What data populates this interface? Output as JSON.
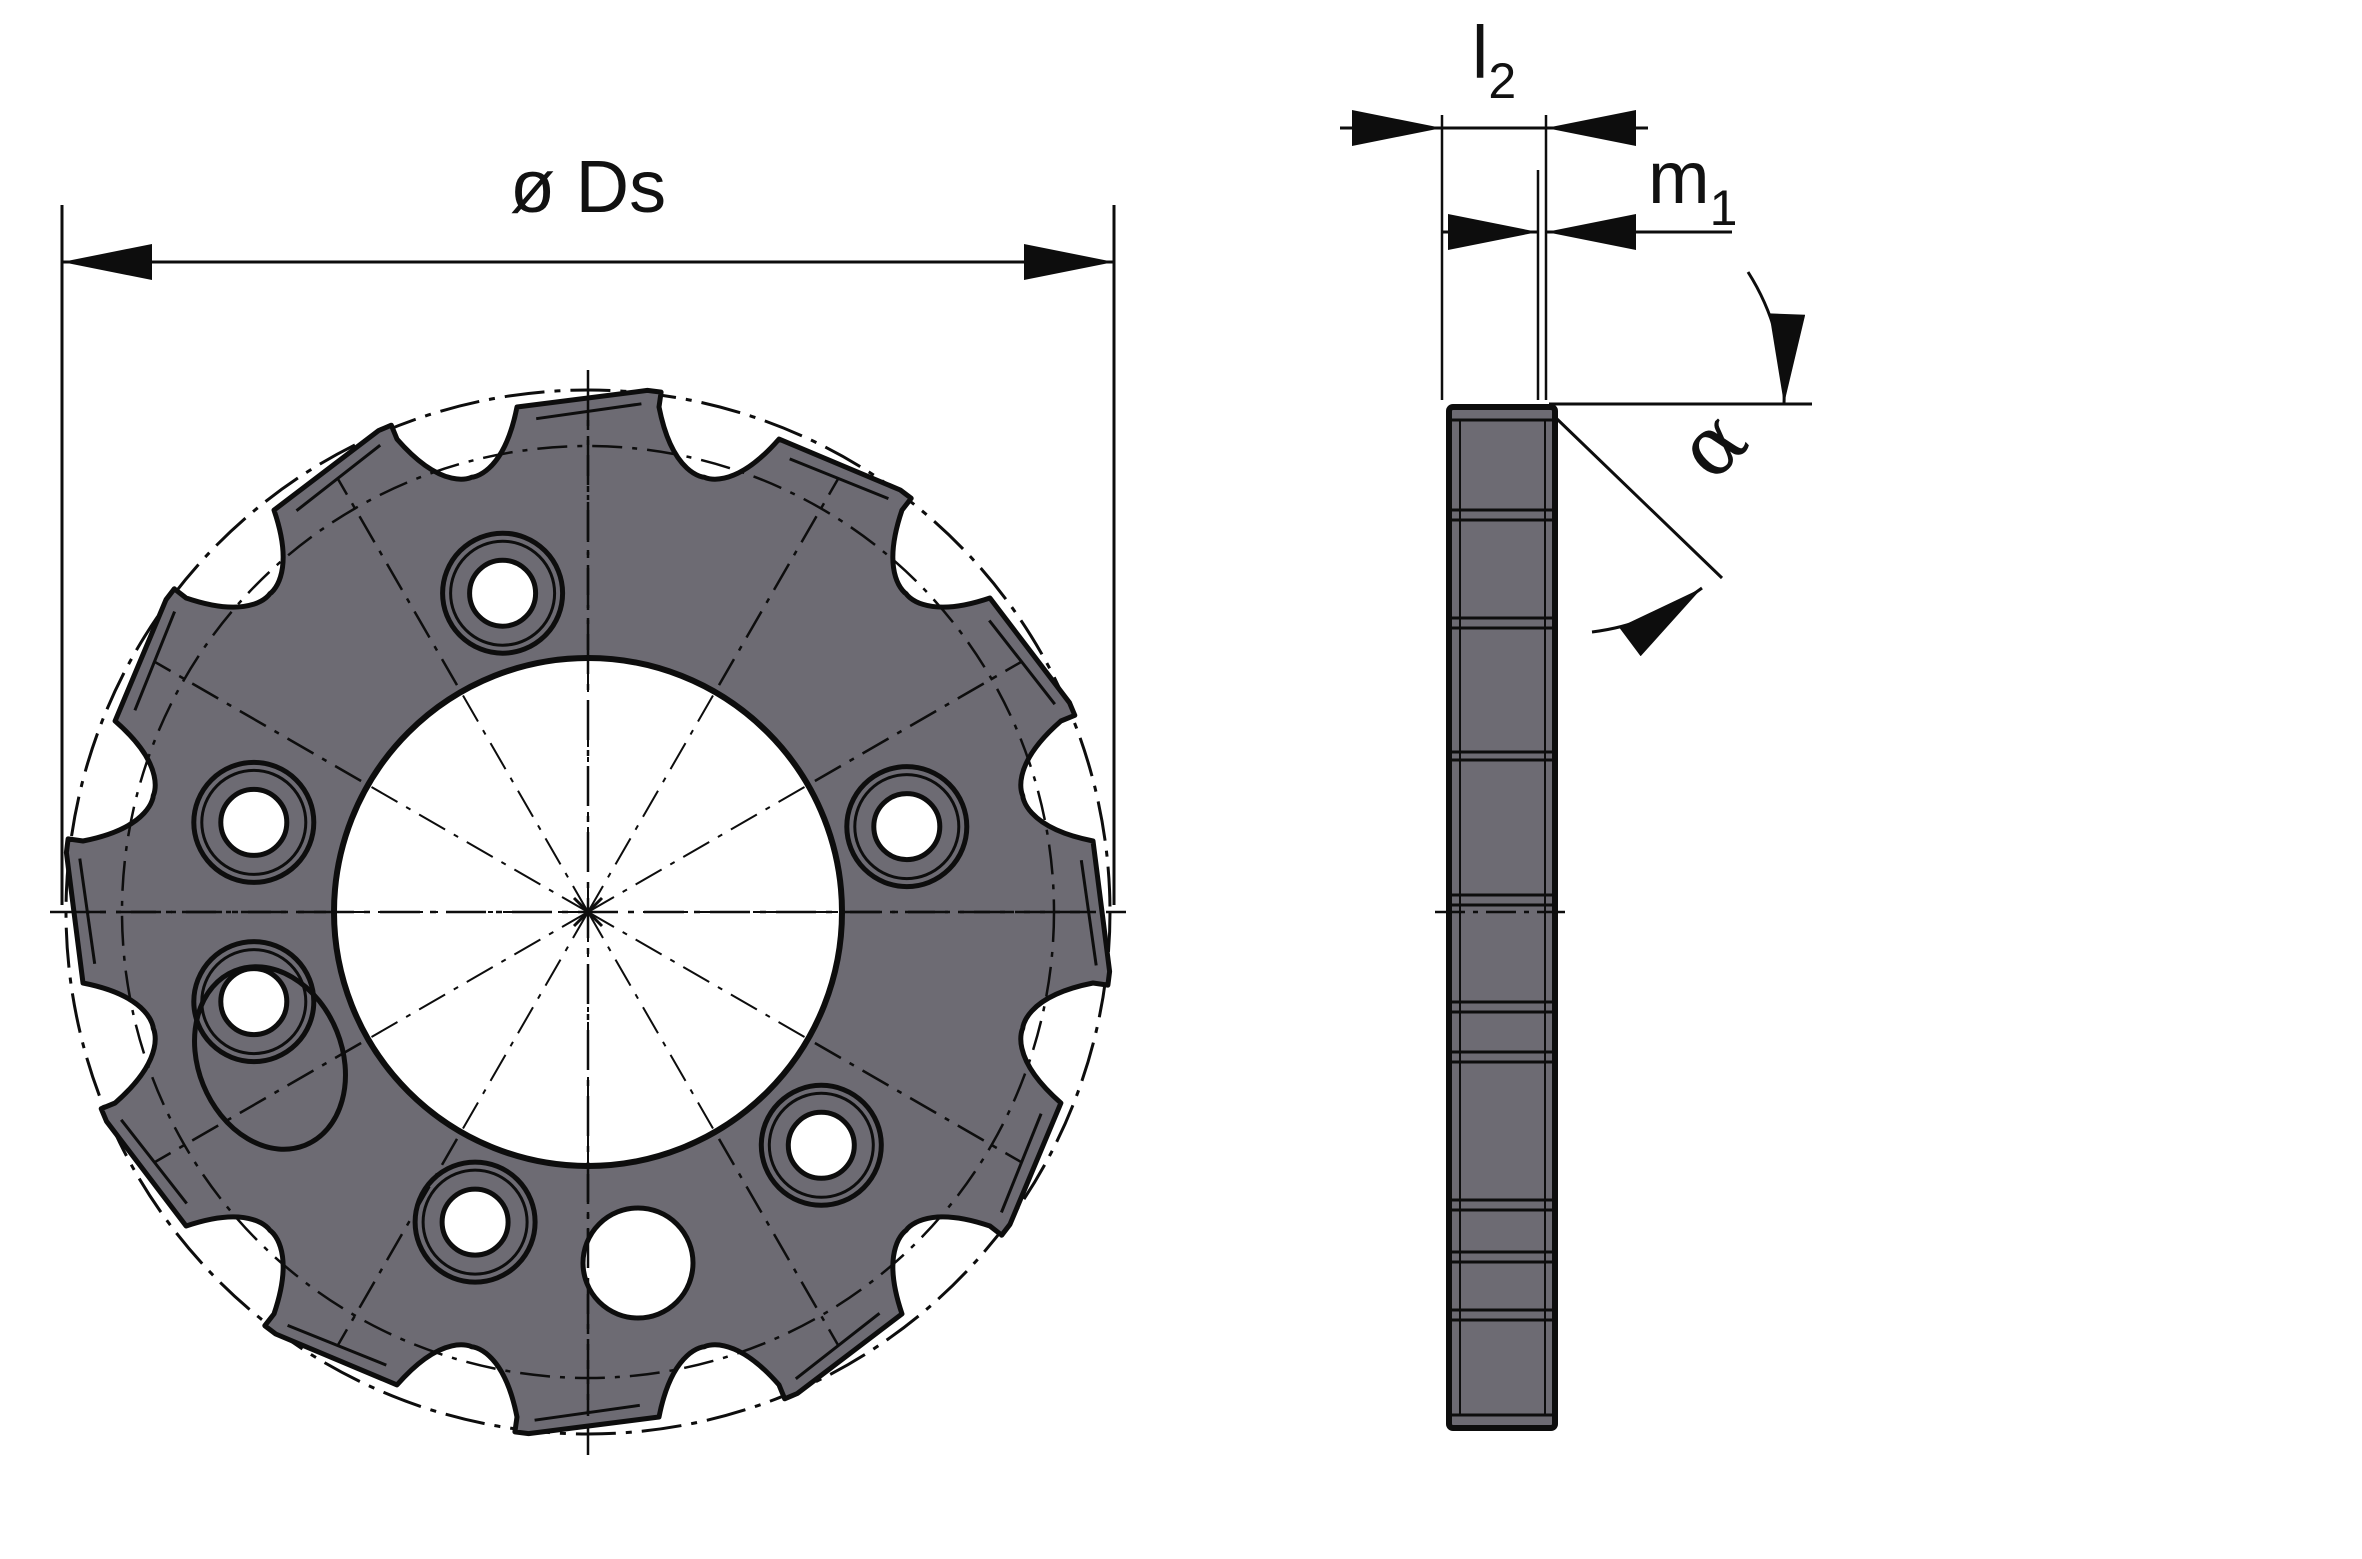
{
  "drawing": {
    "front_view": {
      "diameter_label": "ø Ds",
      "cutting_edges": 12,
      "mounting_holes": 6
    },
    "side_view": {
      "width_label": {
        "main": "l",
        "sub": "2"
      },
      "chamfer_label": {
        "main": "m",
        "sub": "1"
      },
      "angle_label": "α"
    },
    "colors": {
      "body_fill": "#6d6b73",
      "line": "#0d0d0d",
      "background": "#ffffff"
    }
  }
}
